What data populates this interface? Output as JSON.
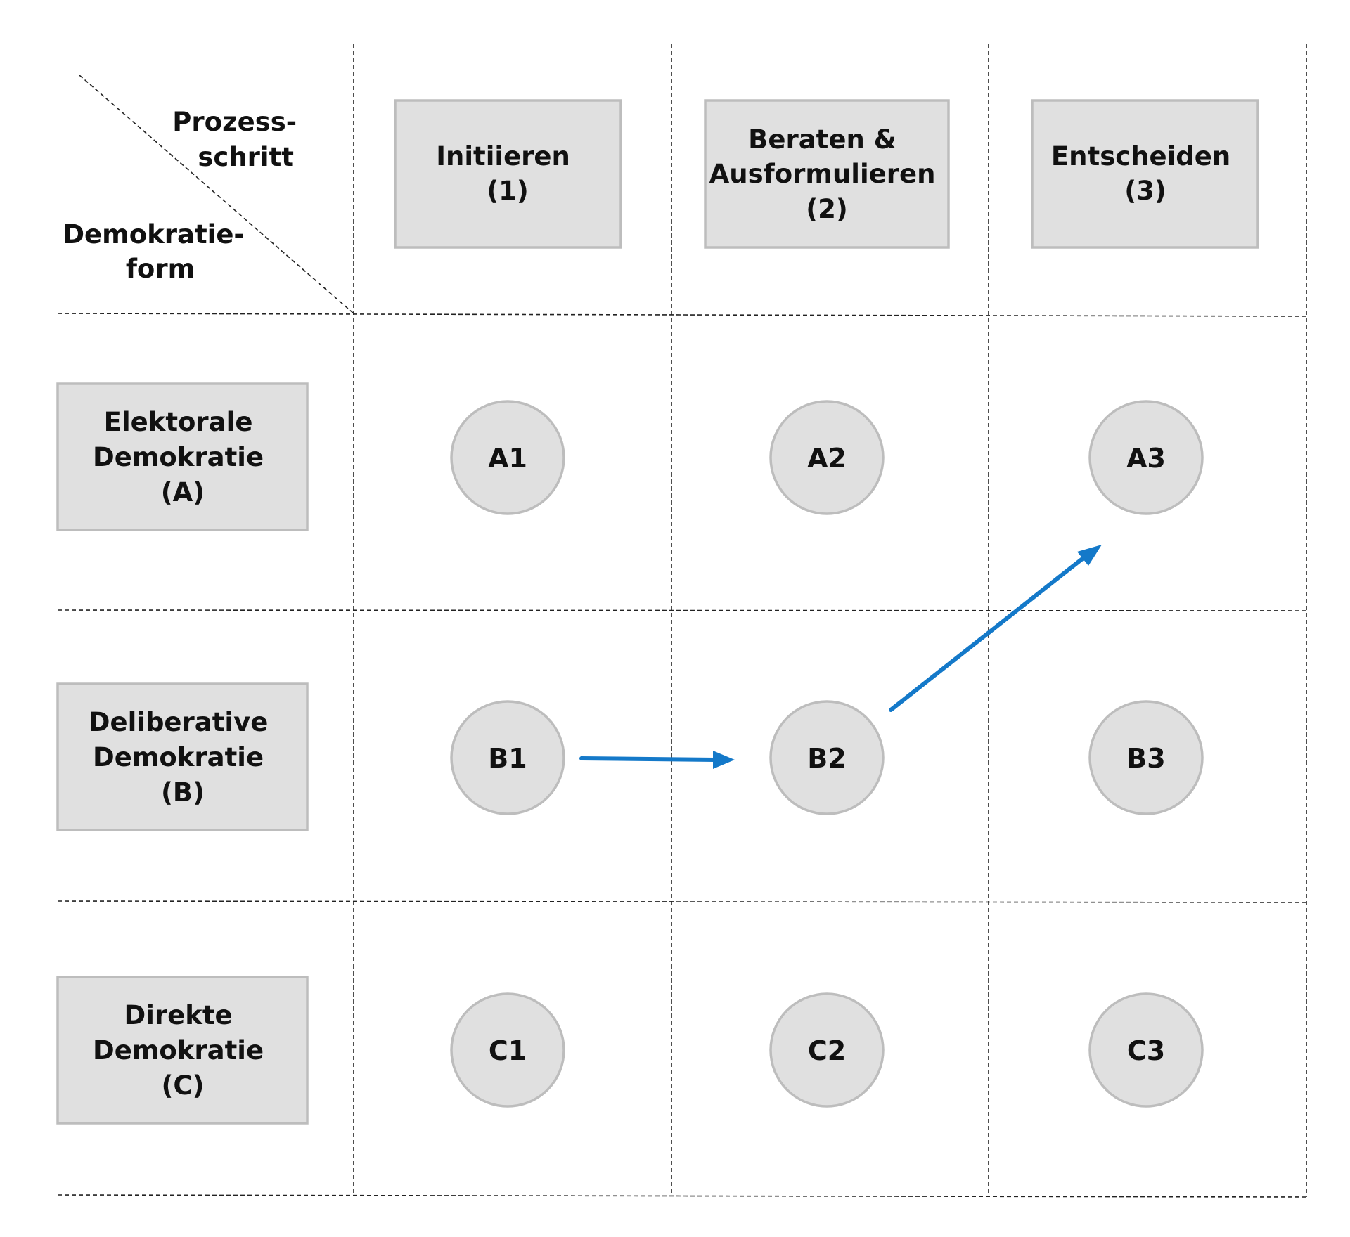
{
  "corner": {
    "column_axis_label_line1": "Prozess-",
    "column_axis_label_line2": "schritt",
    "row_axis_label_line1": "Demokratie-",
    "row_axis_label_line2": "form"
  },
  "process_steps": [
    {
      "lines": [
        "Initiieren",
        "(1)"
      ]
    },
    {
      "lines": [
        "Beraten &",
        "Ausformulieren",
        "(2)"
      ]
    },
    {
      "lines": [
        "Entscheiden",
        "(3)"
      ]
    }
  ],
  "democracy_forms": [
    {
      "lines": [
        "Elektorale",
        "Demokratie",
        "(A)"
      ]
    },
    {
      "lines": [
        "Deliberative",
        "Demokratie",
        "(B)"
      ]
    },
    {
      "lines": [
        "Direkte",
        "Demokratie",
        "(C)"
      ]
    }
  ],
  "nodes": {
    "a1": "A1",
    "a2": "A2",
    "a3": "A3",
    "b1": "B1",
    "b2": "B2",
    "b3": "B3",
    "c1": "C1",
    "c2": "C2",
    "c3": "C3"
  },
  "flow": [
    {
      "from": "B1",
      "to": "B2"
    },
    {
      "from": "B2",
      "to": "A3"
    }
  ],
  "colors": {
    "arrow": "#1479c9",
    "box_fill": "#e0e0e0",
    "box_border": "#bdbdbd",
    "grid": "#222222"
  }
}
